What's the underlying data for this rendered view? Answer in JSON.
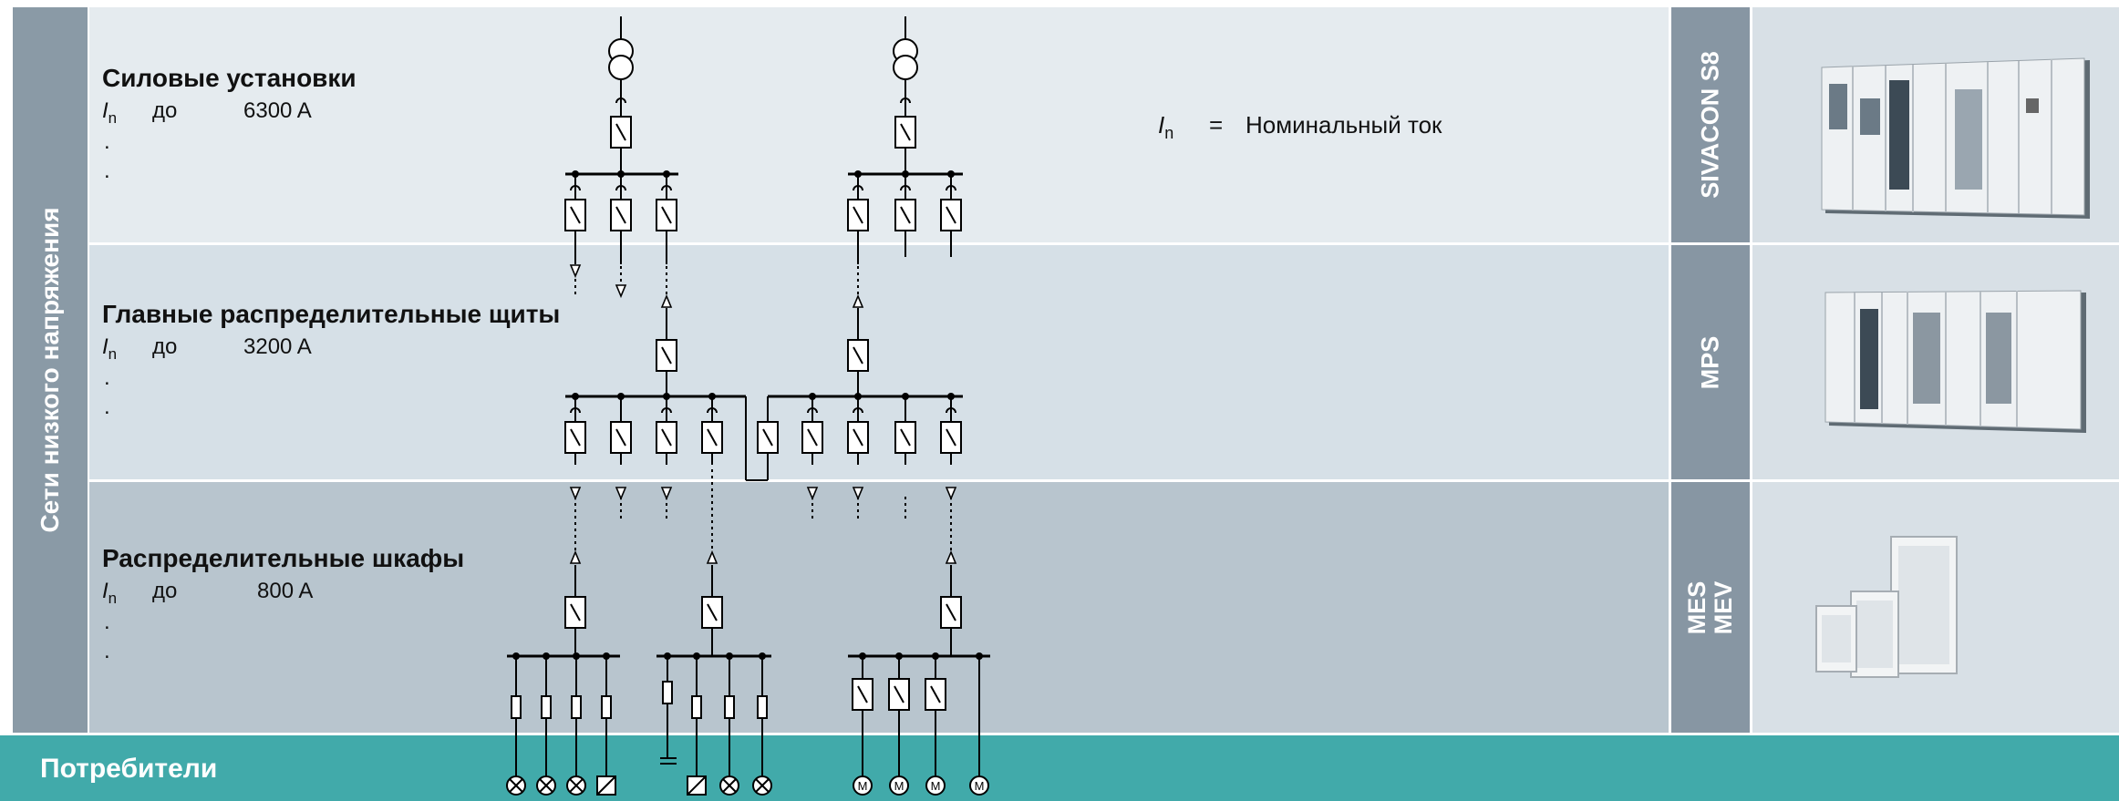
{
  "side_label": "Сети низкого напряжения",
  "bottom_label": "Потребители",
  "rows": [
    {
      "title": "Силовые установки",
      "symbol": "I",
      "subscript": "n",
      "upto": "до",
      "value": "6300 A",
      "dots": [
        ".",
        "."
      ]
    },
    {
      "title": "Главные распределительные щиты",
      "symbol": "I",
      "subscript": "n",
      "upto": "до",
      "value": "3200 A",
      "dots": [
        ".",
        "."
      ]
    },
    {
      "title": "Распределительные шкафы",
      "symbol": "I",
      "subscript": "n",
      "upto": "до",
      "value": "800 A",
      "dots": [
        ".",
        "."
      ]
    }
  ],
  "legend": {
    "symbol": "I",
    "subscript": "n",
    "equals": "=",
    "text": "Номинальный ток"
  },
  "products": [
    {
      "lines": [
        "SIVACON S8"
      ]
    },
    {
      "lines": [
        "MPS"
      ]
    },
    {
      "lines": [
        "MES",
        "MEV"
      ]
    }
  ],
  "motor_label": "M",
  "colors": {
    "side_band": "#8a9aa6",
    "row1": "#e5ebef",
    "row2": "#d6e0e7",
    "row3": "#b8c5ce",
    "product_band": "#8796a3",
    "consumers": "#41aaaa"
  }
}
